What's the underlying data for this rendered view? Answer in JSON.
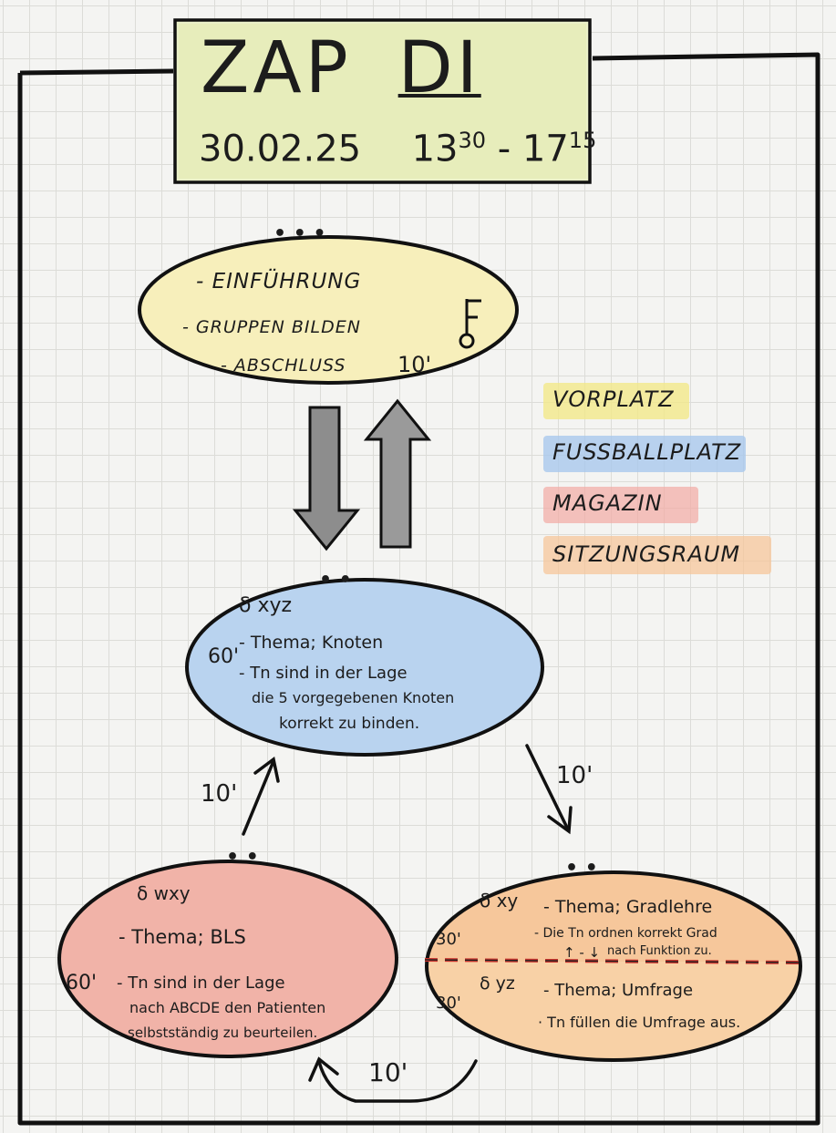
{
  "header": {
    "title": "ZAP",
    "title_day": "DI",
    "date": "30.02.25",
    "time_start_h": "13",
    "time_start_m": "30",
    "time_sep": "-",
    "time_end_h": "17",
    "time_end_m": "15"
  },
  "top_node": {
    "dots": "• • •",
    "items": [
      "- Einführung",
      "- Gruppen bilden",
      "- Abschluss"
    ],
    "duration": "10'",
    "marker": "F"
  },
  "legend": [
    {
      "label": "Vorplatz",
      "color": "#f3e98a"
    },
    {
      "label": "Fussballplatz",
      "color": "#a9c8ec"
    },
    {
      "label": "Magazin",
      "color": "#f2a9a4"
    },
    {
      "label": "Sitzungsraum",
      "color": "#f6c396"
    }
  ],
  "middle_node": {
    "dots": "• •",
    "leader": "δ xyz",
    "duration": "60'",
    "topic": "- Thema; Knoten",
    "goal_lines": [
      "- Tn sind in der Lage",
      "die 5 vorgegebenen Knoten",
      "korrekt zu binden."
    ]
  },
  "bottom_left_node": {
    "dots": "• •",
    "leader": "δ wxy",
    "duration": "60'",
    "topic": "- Thema; BLS",
    "goal_lines": [
      "- Tn sind in der Lage",
      "nach ABCDE den Patienten",
      "selbstständig zu beurteilen."
    ]
  },
  "bottom_right_node": {
    "dots": "• •",
    "leader_top": "δ xy",
    "leader_bottom": "δ yz",
    "duration_top": "30'",
    "duration_bottom": "30'",
    "topic_top": "- Thema; Gradlehre",
    "goal_top_lines": [
      "- Die Tn ordnen korrekt Grad",
      "nach Funktion zu."
    ],
    "swap_marker": "↑ - ↓",
    "topic_bottom": "- Thema; Umfrage",
    "goal_bottom": "· Tn füllen die Umfrage aus."
  },
  "transitions": {
    "left_up": "10'",
    "right_down": "10'",
    "bottom": "10'"
  }
}
